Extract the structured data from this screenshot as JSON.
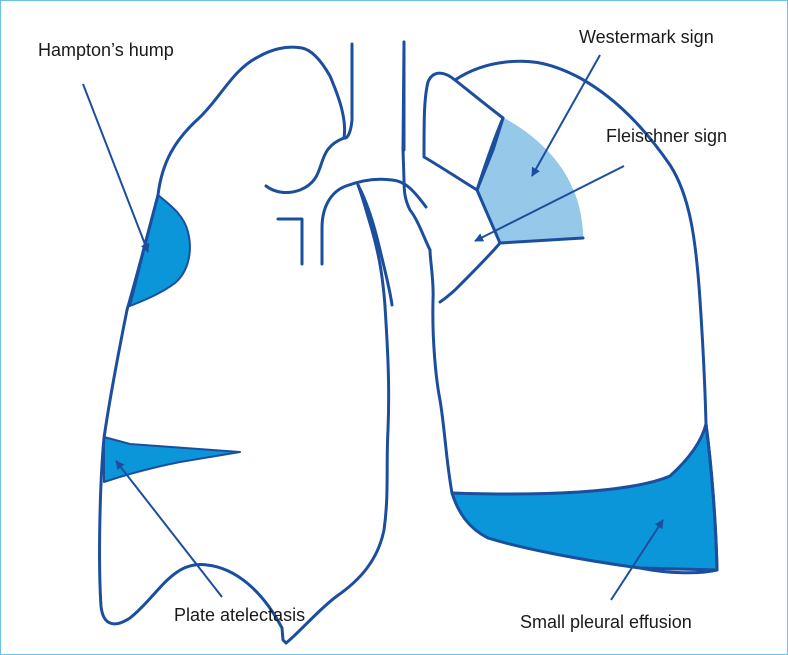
{
  "labels": {
    "hamptons_hump": "Hampton’s hump",
    "westermark_sign": "Westermark sign",
    "fleischner_sign": "Fleischner sign",
    "plate_atelectasis": "Plate atelectasis",
    "small_pleural_effusion": "Small pleural effusion"
  },
  "colors": {
    "outline": "#1c4e9e",
    "lesion_fill": "#0a96d8",
    "westermark_fill": "#96c8ea",
    "frame_border": "#6cc3e6",
    "text": "#1a1a1a"
  }
}
